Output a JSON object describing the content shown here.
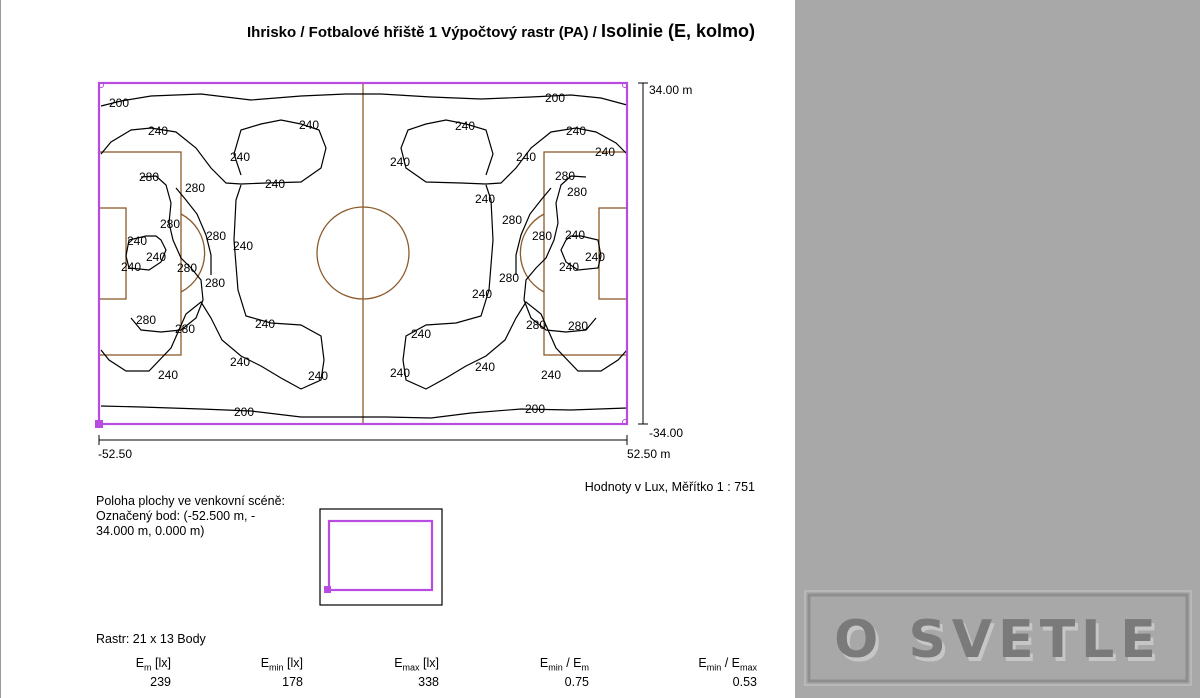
{
  "title": {
    "prefix": "Ihrisko / Fotbalové hřiště 1 Výpočtový rastr (PA) / ",
    "main": "Isolinie (E, kolmo)"
  },
  "axes": {
    "y_top": "34.00 m",
    "y_bottom": "-34.00",
    "x_left": "-52.50",
    "x_right": "52.50 m"
  },
  "chart_data": {
    "type": "contour",
    "x_range": [
      -52.5,
      52.5
    ],
    "y_range": [
      -34.0,
      34.0
    ],
    "contour_levels": [
      200,
      240,
      280
    ],
    "contour_labels": [
      200,
      200,
      240,
      240,
      240,
      240,
      240,
      240,
      280,
      280,
      280,
      280,
      280,
      280,
      240,
      240,
      240,
      240,
      240,
      240,
      240,
      240,
      240,
      240,
      240,
      240,
      200,
      240,
      240,
      240,
      240,
      240,
      240,
      240,
      280,
      280,
      280,
      280,
      280,
      280,
      280,
      240,
      240,
      240,
      240,
      240,
      240,
      200
    ]
  },
  "scale_note": "Hodnoty v Lux, Měřítko 1 : 751",
  "position_note": [
    "Poloha plochy ve venkovní scéně:",
    "Označený bod: (-52.500 m, -",
    "34.000 m, 0.000 m)"
  ],
  "raster": "Rastr: 21 x 13 Body",
  "stats": [
    {
      "sym": "E",
      "sub": "m",
      "after": " [lx]",
      "value": "239"
    },
    {
      "sym": "E",
      "sub": "min",
      "after": " [lx]",
      "value": "178"
    },
    {
      "sym": "E",
      "sub": "max",
      "after": " [lx]",
      "value": "338"
    },
    {
      "sym": "E",
      "sub": "min",
      "after": " / E",
      "sub2": "m",
      "value": "0.75"
    },
    {
      "sym": "E",
      "sub": "min",
      "after": " / E",
      "sub2": "max",
      "value": "0.53"
    }
  ],
  "logo_text": "O SVETLE",
  "colors": {
    "grid": "#b84ce0",
    "field": "#8b5a2b",
    "isoline": "#000000",
    "side_panel": "#a8a8a8"
  }
}
